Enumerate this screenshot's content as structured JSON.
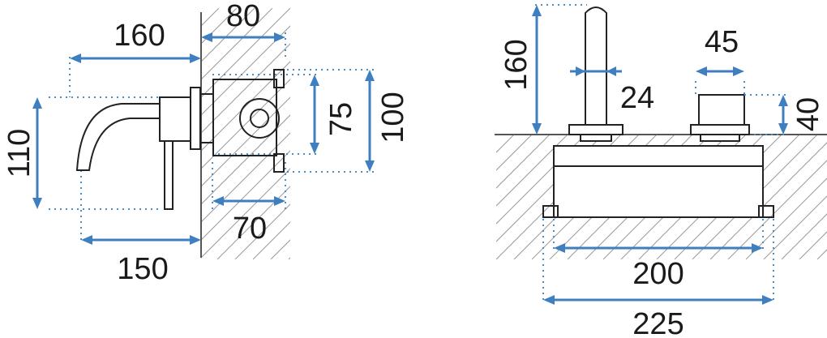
{
  "colors": {
    "dimension": "#3f7fc0",
    "guide": "#4a8ec9",
    "outline": "#222222",
    "hatch": "#9a9a9a"
  },
  "side_view": {
    "dims": {
      "spout_projection": "160",
      "body_depth": "80",
      "spout_height": "110",
      "plate_height_inner": "75",
      "plate_height_outer": "100",
      "body_width": "70",
      "wall_to_spout": "150"
    }
  },
  "front_view": {
    "dims": {
      "lever_height": "160",
      "lever_diameter": "24",
      "spout_width": "45",
      "spout_height": "40",
      "box_width": "200",
      "box_overall": "225"
    }
  }
}
